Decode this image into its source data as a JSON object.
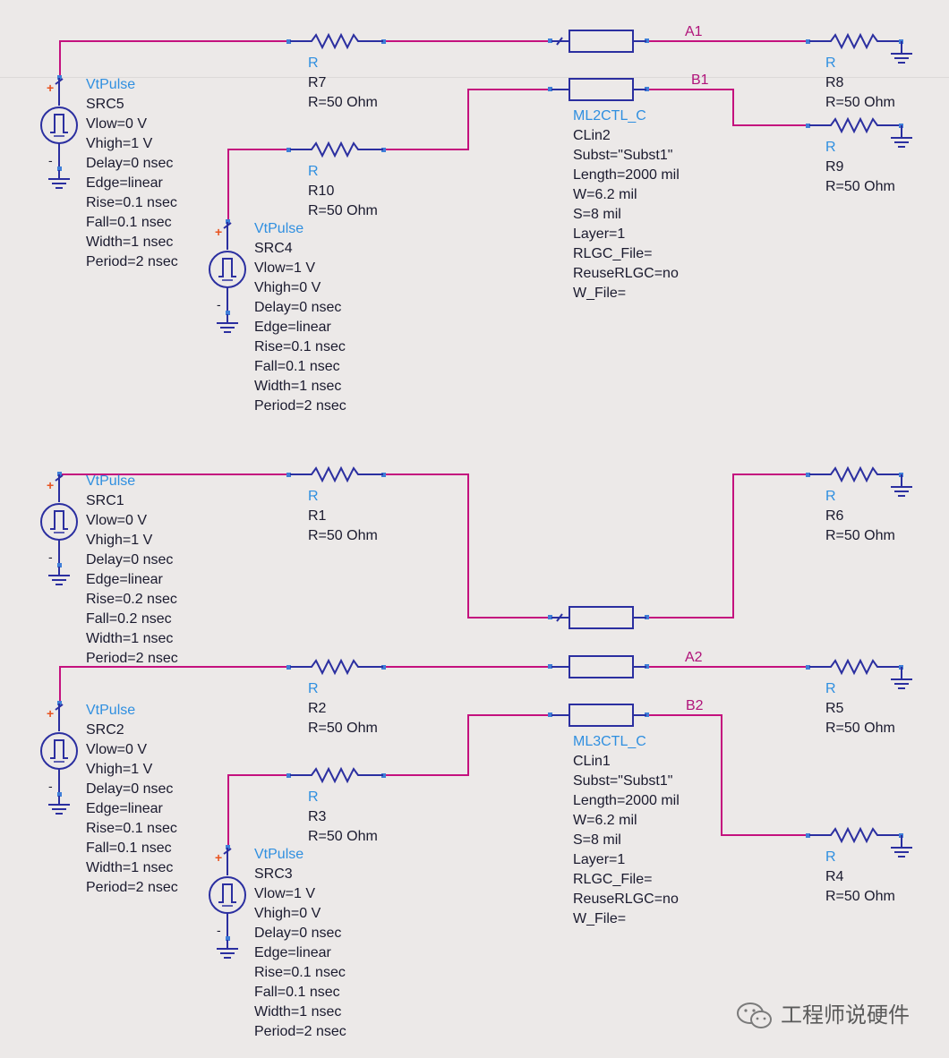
{
  "colors": {
    "wire": "#c4117e",
    "lead": "#2b2fa0",
    "pin": "#3f7fd8",
    "name": "#2f8fe0",
    "net": "#b0137a",
    "background": "#ece9e8"
  },
  "icons": {
    "pulse_source": "pulse-source-icon",
    "ground": "ground-icon",
    "resistor": "resistor-icon",
    "coupled_line": "coupled-line-icon",
    "watermark": "wechat-logo-icon"
  },
  "polarity": {
    "plus": "+",
    "minus": "-"
  },
  "nets": {
    "a1": "A1",
    "b1": "B1",
    "a2": "A2",
    "b2": "B2"
  },
  "resistors": {
    "r7": {
      "type": "R",
      "name": "R7",
      "value": "R=50 Ohm"
    },
    "r10": {
      "type": "R",
      "name": "R10",
      "value": "R=50 Ohm"
    },
    "r8": {
      "type": "R",
      "name": "R8",
      "value": "R=50 Ohm"
    },
    "r9": {
      "type": "R",
      "name": "R9",
      "value": "R=50 Ohm"
    },
    "r1": {
      "type": "R",
      "name": "R1",
      "value": "R=50 Ohm"
    },
    "r6": {
      "type": "R",
      "name": "R6",
      "value": "R=50 Ohm"
    },
    "r2": {
      "type": "R",
      "name": "R2",
      "value": "R=50 Ohm"
    },
    "r5": {
      "type": "R",
      "name": "R5",
      "value": "R=50 Ohm"
    },
    "r3": {
      "type": "R",
      "name": "R3",
      "value": "R=50 Ohm"
    },
    "r4": {
      "type": "R",
      "name": "R4",
      "value": "R=50 Ohm"
    }
  },
  "sources": {
    "src5": {
      "type": "VtPulse",
      "name": "SRC5",
      "params": [
        "Vlow=0 V",
        "Vhigh=1 V",
        "Delay=0 nsec",
        "Edge=linear",
        "Rise=0.1 nsec",
        "Fall=0.1 nsec",
        "Width=1 nsec",
        "Period=2 nsec"
      ]
    },
    "src4": {
      "type": "VtPulse",
      "name": "SRC4",
      "params": [
        "Vlow=1 V",
        "Vhigh=0 V",
        "Delay=0 nsec",
        "Edge=linear",
        "Rise=0.1 nsec",
        "Fall=0.1 nsec",
        "Width=1 nsec",
        "Period=2 nsec"
      ]
    },
    "src1": {
      "type": "VtPulse",
      "name": "SRC1",
      "params": [
        "Vlow=0 V",
        "Vhigh=1 V",
        "Delay=0 nsec",
        "Edge=linear",
        "Rise=0.2 nsec",
        "Fall=0.2 nsec",
        "Width=1 nsec",
        "Period=2 nsec"
      ]
    },
    "src2": {
      "type": "VtPulse",
      "name": "SRC2",
      "params": [
        "Vlow=0 V",
        "Vhigh=1 V",
        "Delay=0 nsec",
        "Edge=linear",
        "Rise=0.1 nsec",
        "Fall=0.1 nsec",
        "Width=1 nsec",
        "Period=2 nsec"
      ]
    },
    "src3": {
      "type": "VtPulse",
      "name": "SRC3",
      "params": [
        "Vlow=1 V",
        "Vhigh=0 V",
        "Delay=0 nsec",
        "Edge=linear",
        "Rise=0.1 nsec",
        "Fall=0.1 nsec",
        "Width=1 nsec",
        "Period=2 nsec"
      ]
    }
  },
  "lines": {
    "clin2": {
      "type": "ML2CTL_C",
      "name": "CLin2",
      "params": [
        "Subst=\"Subst1\"",
        "Length=2000 mil",
        "W=6.2 mil",
        "S=8 mil",
        "Layer=1",
        "RLGC_File=",
        "ReuseRLGC=no",
        "W_File="
      ]
    },
    "clin1": {
      "type": "ML3CTL_C",
      "name": "CLin1",
      "params": [
        "Subst=\"Subst1\"",
        "Length=2000 mil",
        "W=6.2 mil",
        "S=8 mil",
        "Layer=1",
        "RLGC_File=",
        "ReuseRLGC=no",
        "W_File="
      ]
    }
  },
  "watermark": {
    "text": "工程师说硬件"
  }
}
